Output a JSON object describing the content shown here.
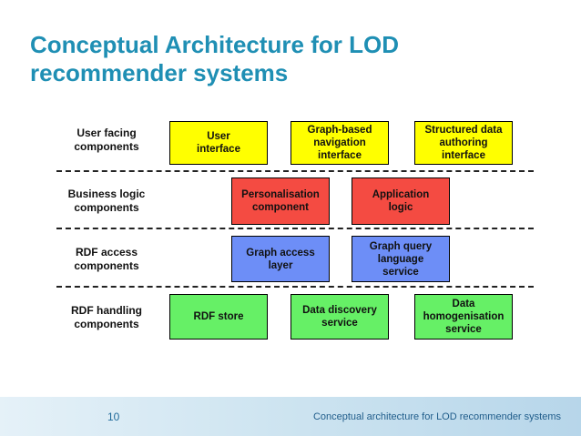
{
  "slide": {
    "title_lines": [
      "Conceptual Architecture for LOD",
      "recommender systems"
    ]
  },
  "layers": [
    {
      "label_lines": [
        "User facing",
        "components"
      ]
    },
    {
      "label_lines": [
        "Business logic",
        "components"
      ]
    },
    {
      "label_lines": [
        "RDF access",
        "components"
      ]
    },
    {
      "label_lines": [
        "RDF handling",
        "components"
      ]
    }
  ],
  "boxes": {
    "user_interface": {
      "lines": [
        "User",
        "interface"
      ],
      "color": "#ffff00"
    },
    "graph_navigation": {
      "lines": [
        "Graph-based",
        "navigation",
        "interface"
      ],
      "color": "#ffff00"
    },
    "structured_authoring": {
      "lines": [
        "Structured data",
        "authoring",
        "interface"
      ],
      "color": "#ffff00"
    },
    "personalisation": {
      "lines": [
        "Personalisation",
        "component"
      ],
      "color": "#f44b42"
    },
    "application_logic": {
      "lines": [
        "Application",
        "logic"
      ],
      "color": "#f44b42"
    },
    "graph_access": {
      "lines": [
        "Graph access",
        "layer"
      ],
      "color": "#6d8ef7"
    },
    "graph_query": {
      "lines": [
        "Graph query",
        "language",
        "service"
      ],
      "color": "#6d8ef7"
    },
    "rdf_store": {
      "lines": [
        "RDF store"
      ],
      "color": "#66f066"
    },
    "data_discovery": {
      "lines": [
        "Data discovery",
        "service"
      ],
      "color": "#66f066"
    },
    "data_homogenisation": {
      "lines": [
        "Data",
        "homogenisation",
        "service"
      ],
      "color": "#66f066"
    }
  },
  "footer": {
    "page_number": "10",
    "caption": "Conceptual architecture for LOD recommender systems"
  }
}
